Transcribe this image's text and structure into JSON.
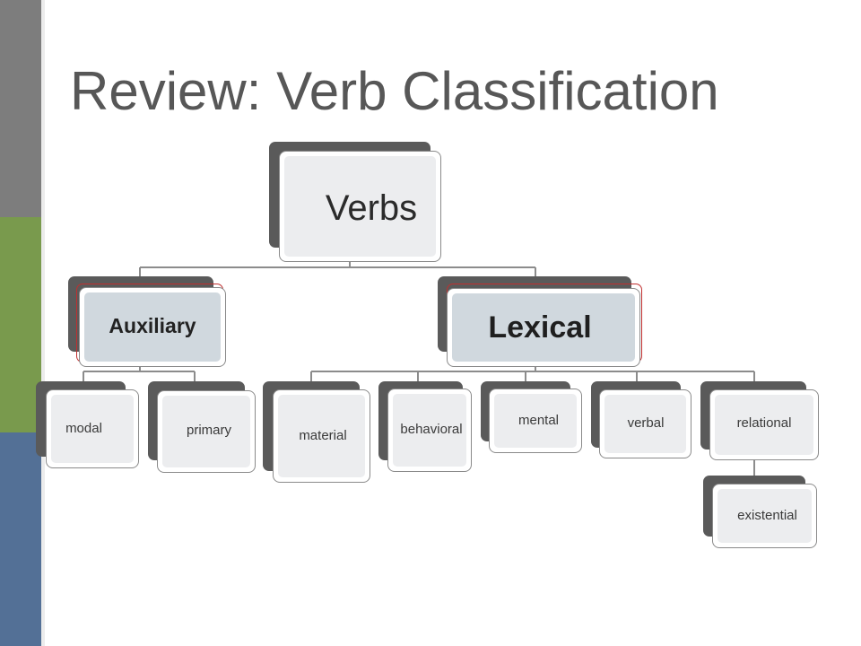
{
  "slide": {
    "title": "Review: Verb Classification",
    "accent_colors": {
      "gray": "#7d7d7d",
      "green": "#799a4d",
      "blue": "#537096"
    }
  },
  "diagram": {
    "root": "Verbs",
    "auxiliary": {
      "label": "Auxiliary",
      "children": [
        "modal",
        "primary"
      ]
    },
    "lexical": {
      "label": "Lexical",
      "children": [
        "material",
        "behavioral",
        "mental",
        "verbal",
        "relational"
      ]
    },
    "relational_child": "existential"
  }
}
